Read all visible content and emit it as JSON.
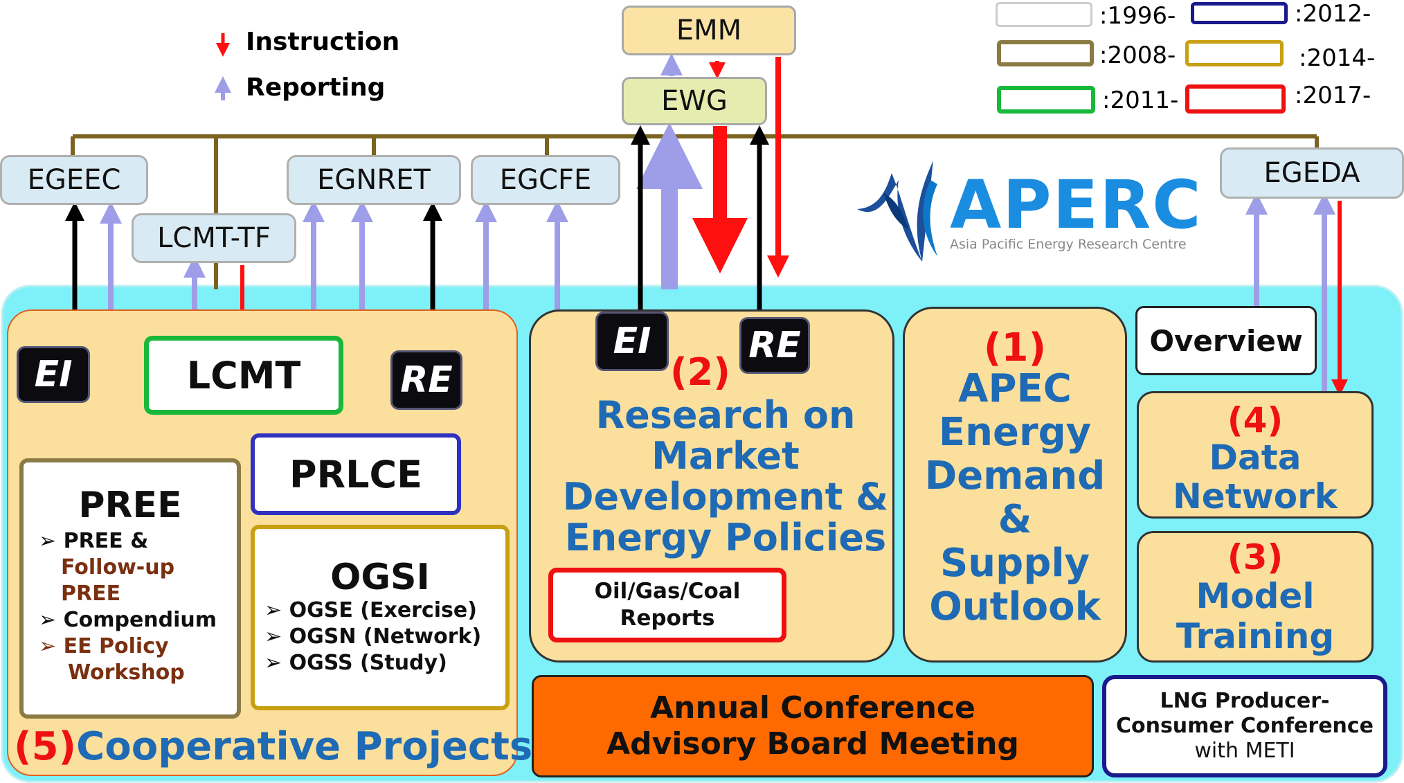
{
  "legend": {
    "instruction": "Instruction",
    "reporting": "Reporting",
    "periods": [
      {
        "label": ":1996-",
        "color": "#cccccc"
      },
      {
        "label": ":2012-",
        "color": "#1a1a8c"
      },
      {
        "label": ":2008-",
        "color": "#8c7a44"
      },
      {
        "label": ":2014-",
        "color": "#c8a013"
      },
      {
        "label": ":2011-",
        "color": "#18b83a"
      },
      {
        "label": ":2017-",
        "color": "#ee1111"
      }
    ]
  },
  "top": {
    "emm": "EMM",
    "ewg": "EWG"
  },
  "expert_groups": {
    "egeec": "EGEEC",
    "lcmt_tf": "LCMT-TF",
    "egnret": "EGNRET",
    "egcfe": "EGCFE",
    "egeda": "EGEDA"
  },
  "logo": {
    "name": "APERC",
    "subtitle": "Asia Pacific Energy Research Centre"
  },
  "badges": {
    "ei": "EI",
    "re": "RE"
  },
  "projects": {
    "lcmt": "LCMT",
    "prlce": "PRLCE",
    "pree": {
      "title": "PREE",
      "items": [
        "PREE &",
        "Follow-up",
        "PREE",
        "Compendium",
        "EE Policy",
        "Workshop"
      ]
    },
    "ogsi": {
      "title": "OGSI",
      "items": [
        "OGSE (Exercise)",
        "OGSN (Network)",
        "OGSS (Study)"
      ]
    }
  },
  "sections": {
    "cooperative": {
      "num": "(5)",
      "label": "Cooperative Projects"
    },
    "research": {
      "num": "(2)",
      "lines": [
        "Research on",
        "Market",
        "Development &",
        "Energy Policies"
      ]
    },
    "outlook": {
      "num": "(1)",
      "lines": [
        "APEC",
        "Energy",
        "Demand",
        "&",
        "Supply",
        "Outlook"
      ]
    },
    "data": {
      "num": "(4)",
      "lines": [
        "Data",
        "Network"
      ]
    },
    "model": {
      "num": "(3)",
      "lines": [
        "Model",
        "Training"
      ]
    }
  },
  "reports": {
    "lines": [
      "Oil/Gas/Coal",
      "Reports"
    ]
  },
  "overview": "Overview",
  "annual": {
    "lines": [
      "Annual Conference",
      "Advisory Board Meeting"
    ]
  },
  "lng": {
    "lines": [
      "LNG Producer-",
      "Consumer Conference",
      "with METI"
    ]
  },
  "colors": {
    "background": "#7ef0f8",
    "panel": "#fbdf9c",
    "connector": "#7a6420",
    "instruction": "#ff1010",
    "reporting": "#9e9ee8",
    "accent_blue": "#1e6ab4",
    "orange": "#ff6a00"
  }
}
